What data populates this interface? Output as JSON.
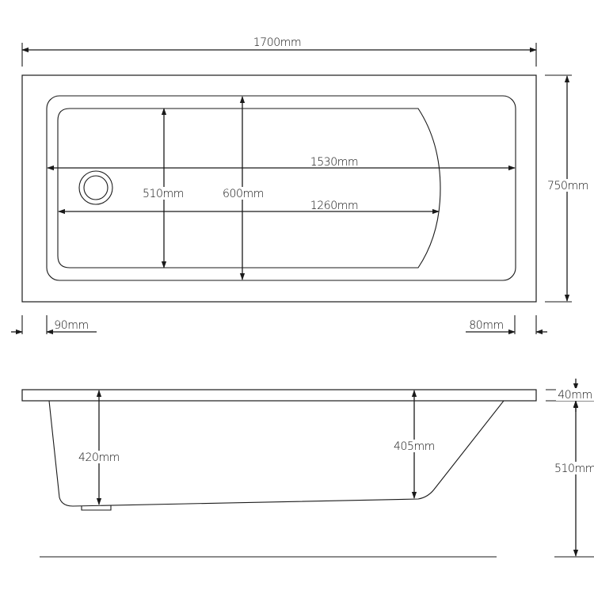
{
  "top_view": {
    "overall_length": "1700mm",
    "overall_width": "750mm",
    "inner_length": "1530mm",
    "base_length": "1260mm",
    "base_width": "510mm",
    "inner_width": "600mm",
    "left_rim": "90mm",
    "right_rim": "80mm"
  },
  "side_view": {
    "rim_thickness": "40mm",
    "bath_height": "510mm",
    "depth_at_waste": "420mm",
    "depth_far_end": "405mm"
  },
  "colors": {
    "line": "#1a1a1a",
    "background": "#ffffff"
  }
}
